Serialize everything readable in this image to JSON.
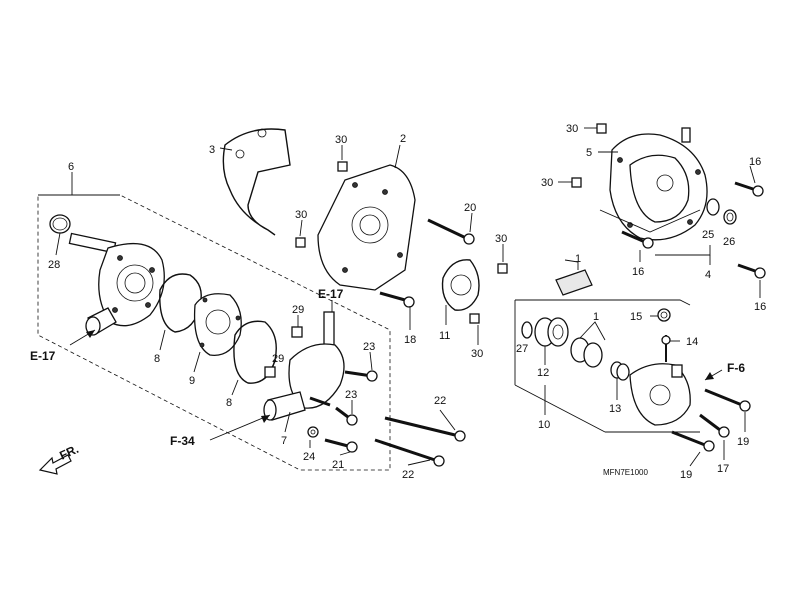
{
  "diagram": {
    "code": "MFN7E1000",
    "direction_label": "FR.",
    "refs": {
      "e17_top": "E-17",
      "e17_left": "E-17",
      "f34": "F-34",
      "f6": "F-6"
    },
    "labels": {
      "l1a": "1",
      "l1b": "1",
      "l2": "2",
      "l3": "3",
      "l4": "4",
      "l5": "5",
      "l6": "6",
      "l7": "7",
      "l8a": "8",
      "l8b": "8",
      "l9": "9",
      "l10": "10",
      "l11": "11",
      "l12": "12",
      "l13": "13",
      "l14": "14",
      "l15": "15",
      "l16a": "16",
      "l16b": "16",
      "l16c": "16",
      "l17": "17",
      "l18": "18",
      "l19a": "19",
      "l19b": "19",
      "l20": "20",
      "l21": "21",
      "l22a": "22",
      "l22b": "22",
      "l23a": "23",
      "l23b": "23",
      "l24": "24",
      "l25": "25",
      "l26": "26",
      "l27": "27",
      "l28": "28",
      "l29a": "29",
      "l29b": "29",
      "l30a": "30",
      "l30b": "30",
      "l30c": "30",
      "l30d": "30",
      "l30e": "30",
      "l30f": "30"
    }
  }
}
